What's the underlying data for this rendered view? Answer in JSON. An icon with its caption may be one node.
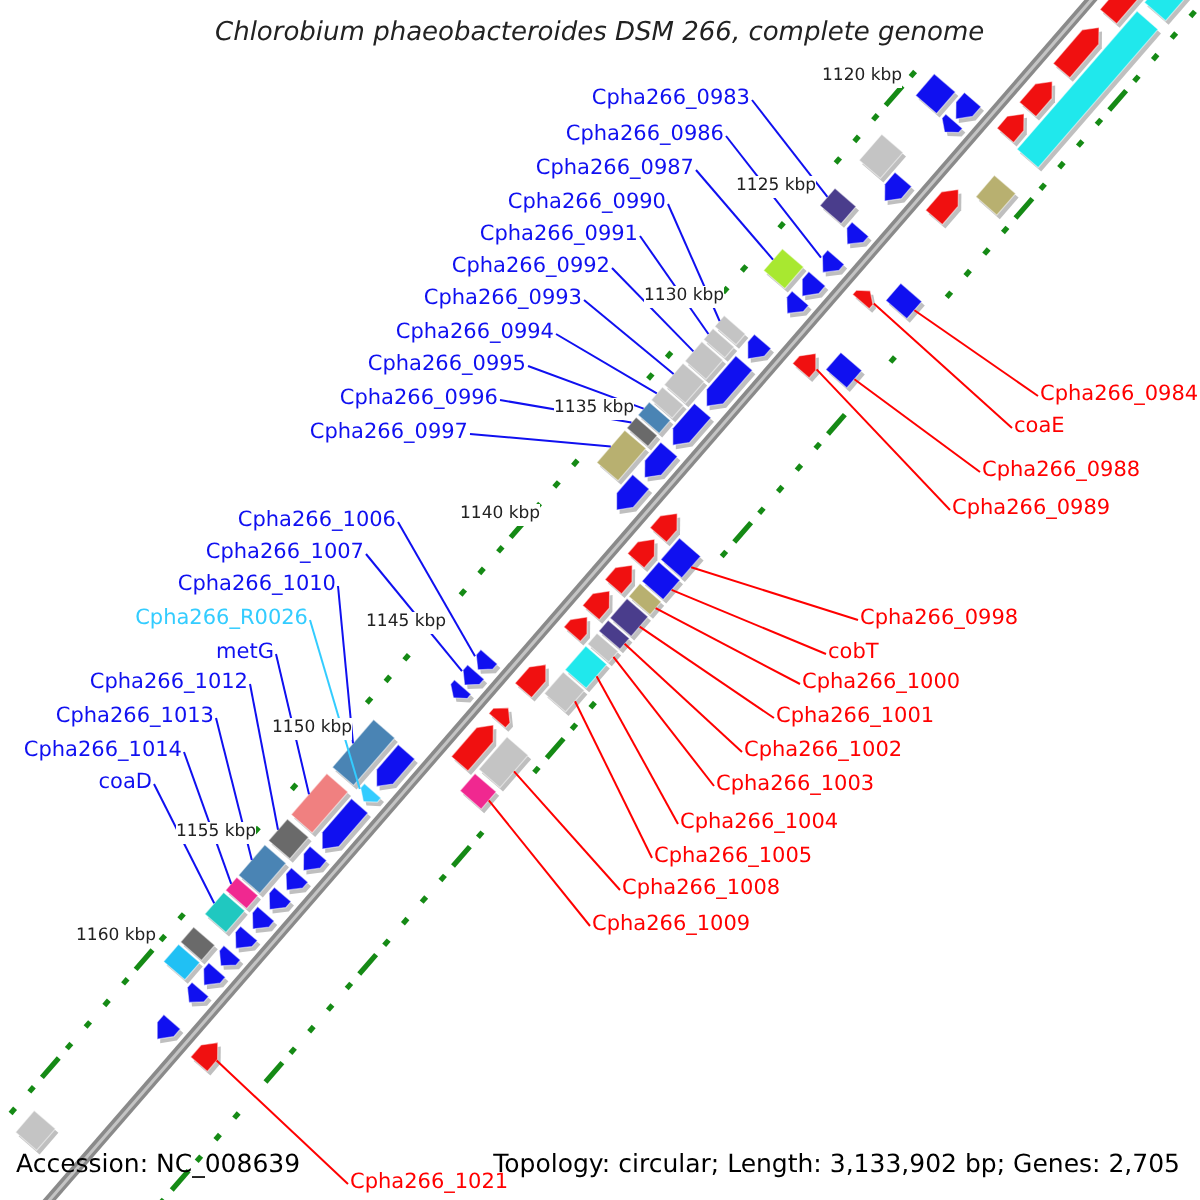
{
  "diagram": {
    "title": "Chlorobium phaeobacteroides DSM 266, complete genome",
    "nodes": [
      {
        "text": [
          "Cpha266_0983"
        ]
      },
      {
        "text": [
          "Cpha266_0986"
        ]
      },
      {
        "text": [
          "Cpha266_0987"
        ]
      },
      {
        "text": [
          "Cpha266_0990"
        ]
      },
      {
        "text": [
          "Cpha266_0991"
        ]
      },
      {
        "text": [
          "Cpha266_0992"
        ]
      },
      {
        "text": [
          "Cpha266_0993"
        ]
      },
      {
        "text": [
          "Cpha266_0994"
        ]
      },
      {
        "text": [
          "Cpha266_0995"
        ]
      },
      {
        "text": [
          "Cpha266_0996"
        ]
      },
      {
        "text": [
          "Cpha266_0997"
        ]
      },
      {
        "text": [
          "Cpha266_1006"
        ]
      },
      {
        "text": [
          "Cpha266_1007"
        ]
      },
      {
        "text": [
          "Cpha266_1010"
        ]
      },
      {
        "text": [
          "Cpha266_R0026"
        ]
      },
      {
        "text": [
          "metG"
        ]
      },
      {
        "text": [
          "Cpha266_1012"
        ]
      },
      {
        "text": [
          "Cpha266_1013"
        ]
      },
      {
        "text": [
          "Cpha266_1014"
        ]
      },
      {
        "text": [
          "coaD"
        ]
      },
      {
        "text": [
          "Cpha266_0984"
        ]
      },
      {
        "text": [
          "coaE"
        ]
      },
      {
        "text": [
          "Cpha266_0988"
        ]
      },
      {
        "text": [
          "Cpha266_0989"
        ]
      },
      {
        "text": [
          "Cpha266_0998"
        ]
      },
      {
        "text": [
          "cobT"
        ]
      },
      {
        "text": [
          "Cpha266_1000"
        ]
      },
      {
        "text": [
          "Cpha266_1001"
        ]
      },
      {
        "text": [
          "Cpha266_1002"
        ]
      },
      {
        "text": [
          "Cpha266_1003"
        ]
      },
      {
        "text": [
          "Cpha266_1004"
        ]
      },
      {
        "text": [
          "Cpha266_1005"
        ]
      },
      {
        "text": [
          "Cpha266_1008"
        ]
      },
      {
        "text": [
          "Cpha266_1009"
        ]
      },
      {
        "text": [
          "Cpha266_1021"
        ]
      },
      {
        "text": [],
        "shape": "bar"
      },
      {
        "text": [],
        "shape": "bar"
      },
      {
        "text": [],
        "shape": "bar"
      },
      {
        "text": [],
        "shape": "bar"
      },
      {
        "text": [],
        "shape": "bar"
      },
      {
        "text": [],
        "shape": "bar"
      },
      {
        "text": [],
        "shape": "bar"
      },
      {
        "text": [],
        "shape": "bar"
      },
      {
        "text": [],
        "shape": "bar"
      },
      {
        "text": [],
        "shape": "bar"
      },
      {
        "text": [],
        "shape": "bar"
      },
      {
        "text": [],
        "shape": "bar"
      },
      {
        "text": [],
        "shape": "bar"
      },
      {
        "text": [],
        "shape": "bar"
      },
      {
        "text": [],
        "shape": "bar"
      },
      {
        "text": [],
        "shape": "bar"
      },
      {
        "text": [],
        "shape": "bar"
      },
      {
        "text": [],
        "shape": "bar"
      },
      {
        "text": [],
        "shape": "bar"
      },
      {
        "text": [],
        "shape": "bar"
      },
      {
        "text": [],
        "shape": "bar"
      },
      {
        "text": [],
        "shape": "bar"
      },
      {
        "text": [],
        "shape": "bar"
      },
      {
        "text": [],
        "shape": "bar"
      },
      {
        "text": [],
        "shape": "bar"
      },
      {
        "text": [],
        "shape": "bar"
      },
      {
        "text": [],
        "shape": "bar"
      },
      {
        "text": [],
        "shape": "bar"
      },
      {
        "text": [],
        "shape": "bar"
      },
      {
        "text": [],
        "shape": "bar"
      },
      {
        "text": [],
        "shape": "bar"
      },
      {
        "text": [],
        "shape": "bar"
      },
      {
        "text": [],
        "shape": "bar"
      },
      {
        "text": [],
        "shape": "bar"
      },
      {
        "text": [],
        "shape": "bar"
      },
      {
        "text": [],
        "shape": "bar"
      },
      {
        "text": [],
        "shape": "bar"
      },
      {
        "text": [],
        "shape": "bar"
      },
      {
        "text": [],
        "shape": "bar"
      },
      {
        "text": [],
        "shape": "bar"
      },
      {
        "text": [],
        "shape": "bar"
      },
      {
        "text": [],
        "shape": "bar"
      },
      {
        "text": [],
        "shape": "bar"
      },
      {
        "text": [],
        "shape": "bar"
      },
      {
        "text": [],
        "shape": "bar"
      },
      {
        "text": [],
        "shape": "bar"
      },
      {
        "text": [],
        "shape": "bar"
      },
      {
        "text": [],
        "shape": "bar"
      },
      {
        "text": [],
        "shape": "bar"
      },
      {
        "text": [],
        "shape": "bar"
      },
      {
        "text": [],
        "shape": "bar"
      },
      {
        "text": [],
        "shape": "bar"
      },
      {
        "text": [],
        "shape": "bar"
      },
      {
        "text": [],
        "shape": "bar"
      },
      {
        "text": [],
        "shape": "bar"
      },
      {
        "text": [],
        "shape": "bar"
      },
      {
        "text": [],
        "shape": "bar"
      },
      {
        "text": [],
        "shape": "bar"
      },
      {
        "text": [],
        "shape": "bar"
      },
      {
        "text": [],
        "shape": "bar"
      },
      {
        "text": [],
        "shape": "bar"
      },
      {
        "text": [],
        "shape": "bar"
      },
      {
        "text": [],
        "shape": "bar"
      },
      {
        "text": [],
        "shape": "bar"
      },
      {
        "text": [],
        "shape": "bar"
      },
      {
        "text": [],
        "shape": "bar"
      },
      {
        "text": [],
        "shape": "bar"
      },
      {
        "text": [],
        "shape": "bar"
      },
      {
        "text": [],
        "shape": "bar"
      },
      {
        "text": [],
        "shape": "bar"
      },
      {
        "text": [],
        "shape": "bar"
      },
      {
        "text": [],
        "shape": "bar"
      },
      {
        "text": [],
        "shape": "bar"
      },
      {
        "text": [],
        "shape": "bar"
      },
      {
        "text": [],
        "shape": "bar"
      },
      {
        "text": [],
        "shape": "bar"
      },
      {
        "text": [],
        "shape": "bar"
      },
      {
        "text": [],
        "shape": "bar"
      },
      {
        "text": [],
        "shape": "bar"
      }
    ],
    "edges": [
      {
        "from": 0,
        "to": 35,
        "arrow": "none"
      },
      {
        "from": 1,
        "to": 36,
        "arrow": "none"
      },
      {
        "from": 2,
        "to": 37,
        "arrow": "none"
      },
      {
        "from": 3,
        "to": 38,
        "arrow": "none"
      },
      {
        "from": 4,
        "to": 39,
        "arrow": "none"
      },
      {
        "from": 5,
        "to": 40,
        "arrow": "none"
      },
      {
        "from": 6,
        "to": 41,
        "arrow": "none"
      },
      {
        "from": 7,
        "to": 42,
        "arrow": "none"
      },
      {
        "from": 8,
        "to": 43,
        "arrow": "none"
      },
      {
        "from": 9,
        "to": 44,
        "arrow": "none"
      },
      {
        "from": 10,
        "to": 45,
        "arrow": "none"
      },
      {
        "from": 11,
        "to": 46,
        "arrow": "none"
      },
      {
        "from": 12,
        "to": 47,
        "arrow": "none"
      },
      {
        "from": 13,
        "to": 48,
        "arrow": "none"
      },
      {
        "from": 14,
        "to": 49,
        "arrow": "none",
        "color": "#33ccff"
      },
      {
        "from": 15,
        "to": 50,
        "arrow": "none"
      },
      {
        "from": 16,
        "to": 51,
        "arrow": "none"
      },
      {
        "from": 17,
        "to": 52,
        "arrow": "none"
      },
      {
        "from": 18,
        "to": 53,
        "arrow": "none"
      },
      {
        "from": 19,
        "to": 54,
        "arrow": "none"
      },
      {
        "from": 20,
        "to": 55,
        "arrow": "none",
        "color": "#ff0000"
      },
      {
        "from": 21,
        "to": 56,
        "arrow": "none",
        "color": "#ff0000"
      },
      {
        "from": 22,
        "to": 57,
        "arrow": "none",
        "color": "#ff0000"
      },
      {
        "from": 23,
        "to": 58,
        "arrow": "none",
        "color": "#ff0000"
      },
      {
        "from": 24,
        "to": 59,
        "arrow": "none",
        "color": "#ff0000"
      },
      {
        "from": 25,
        "to": 60,
        "arrow": "none",
        "color": "#ff0000"
      },
      {
        "from": 26,
        "to": 61,
        "arrow": "none",
        "color": "#ff0000"
      },
      {
        "from": 27,
        "to": 62,
        "arrow": "none",
        "color": "#ff0000"
      },
      {
        "from": 28,
        "to": 63,
        "arrow": "none",
        "color": "#ff0000"
      },
      {
        "from": 29,
        "to": 64,
        "arrow": "none",
        "color": "#ff0000"
      },
      {
        "from": 30,
        "to": 65,
        "arrow": "none",
        "color": "#ff0000"
      },
      {
        "from": 31,
        "to": 66,
        "arrow": "none",
        "color": "#ff0000"
      },
      {
        "from": 32,
        "to": 67,
        "arrow": "none",
        "color": "#ff0000"
      },
      {
        "from": 33,
        "to": 68,
        "arrow": "none",
        "color": "#ff0000"
      },
      {
        "from": 34,
        "to": 69,
        "arrow": "none",
        "color": "#ff0000"
      }
    ],
    "labels": [
      "1120 kbp",
      "1125 kbp",
      "1130 kbp",
      "1135 kbp",
      "1140 kbp",
      "1145 kbp",
      "1150 kbp",
      "1155 kbp",
      "1160 kbp",
      "Accession: NC_008639",
      "Topology: circular; Length: 3,133,902 bp; Genes: 2,705"
    ]
  }
}
